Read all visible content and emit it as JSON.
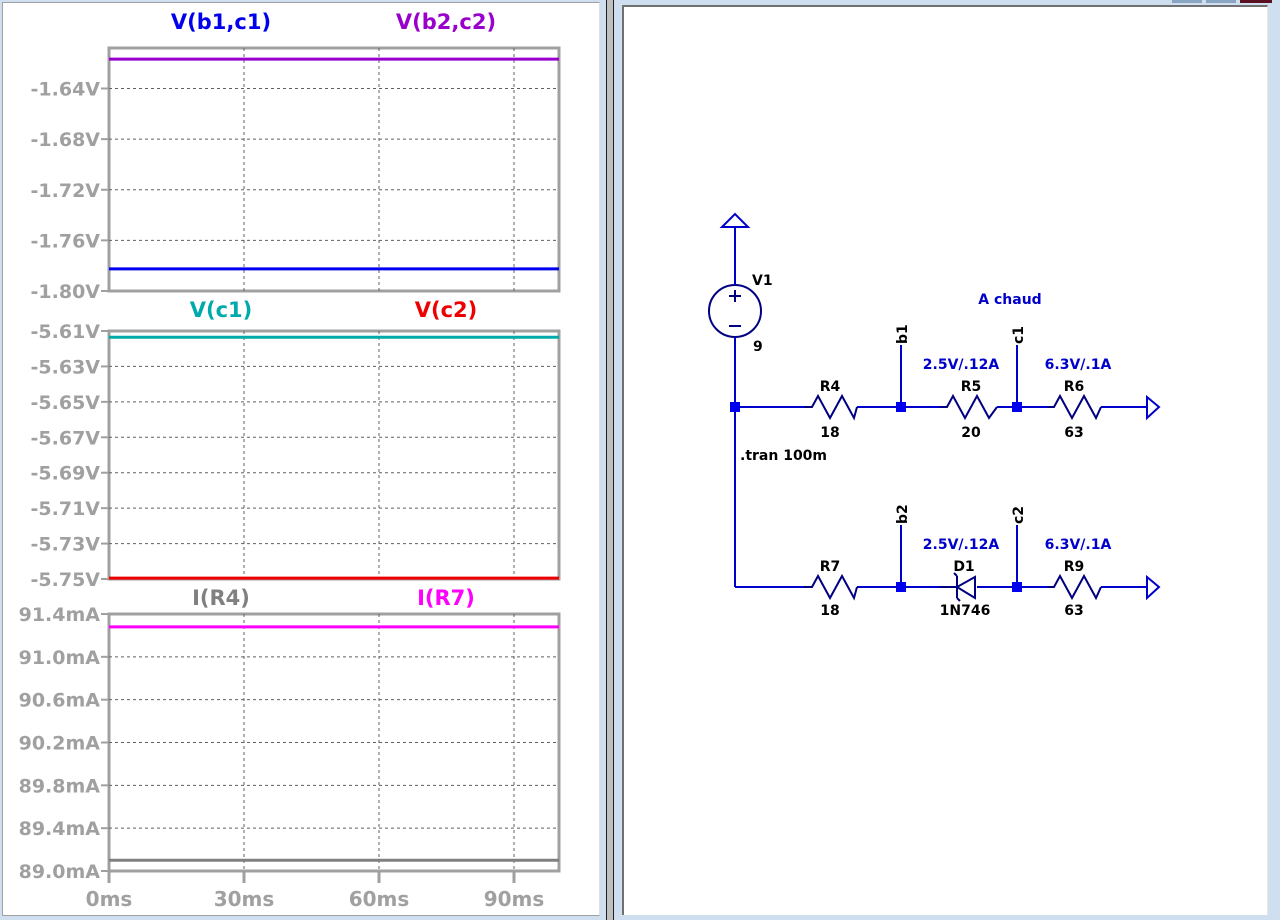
{
  "waveform_viewer": {
    "x_axis": {
      "ticks": [
        "0ms",
        "30ms",
        "60ms",
        "90ms"
      ],
      "tick_values": [
        0,
        30,
        60,
        90
      ],
      "range": [
        0,
        100
      ]
    },
    "plots": [
      {
        "id": "pane1",
        "traces": [
          {
            "label": "V(b1,c1)",
            "color": "#0000ee",
            "value": -1.7825
          },
          {
            "label": "V(b2,c2)",
            "color": "#9900cc",
            "value": -1.6168
          }
        ],
        "y_ticks": [
          "-1.64V",
          "-1.68V",
          "-1.72V",
          "-1.76V",
          "-1.80V"
        ],
        "y_tick_values": [
          -1.64,
          -1.68,
          -1.72,
          -1.76,
          -1.8
        ],
        "y_range": [
          -1.8,
          -1.608
        ]
      },
      {
        "id": "pane2",
        "traces": [
          {
            "label": "V(c1)",
            "color": "#00aaaa",
            "value": -5.6135
          },
          {
            "label": "V(c2)",
            "color": "#ee0000",
            "value": -5.7495
          }
        ],
        "y_ticks": [
          "-5.61V",
          "-5.63V",
          "-5.65V",
          "-5.67V",
          "-5.69V",
          "-5.71V",
          "-5.73V",
          "-5.75V"
        ],
        "y_tick_values": [
          -5.61,
          -5.63,
          -5.65,
          -5.67,
          -5.69,
          -5.71,
          -5.73,
          -5.75
        ],
        "y_range": [
          -5.75,
          -5.61
        ]
      },
      {
        "id": "pane3",
        "traces": [
          {
            "label": "I(R4)",
            "color": "#808080",
            "value": 89.1
          },
          {
            "label": "I(R7)",
            "color": "#ff00ff",
            "value": 91.28
          }
        ],
        "y_ticks": [
          "91.4mA",
          "91.0mA",
          "90.6mA",
          "90.2mA",
          "89.8mA",
          "89.4mA",
          "89.0mA"
        ],
        "y_tick_values": [
          91.4,
          91.0,
          90.6,
          90.2,
          89.8,
          89.4,
          89.0
        ],
        "y_range": [
          89.0,
          91.4
        ]
      }
    ],
    "axis_color": "#a0a0a0",
    "tick_label_color": "#a0a0a0"
  },
  "schematic": {
    "wire_color": "#0000cc",
    "label_color": "#000000",
    "comment_color": "#0000cc",
    "source": {
      "name": "V1",
      "value": "9",
      "icons": [
        "voltage-source-icon",
        "plus-icon",
        "minus-icon"
      ]
    },
    "directive": ".tran 100m",
    "comment": "A chaud",
    "nets": [
      "b1",
      "c1",
      "b2",
      "c2"
    ],
    "components": [
      {
        "name": "R4",
        "value": "18",
        "icon": "resistor-icon"
      },
      {
        "name": "R5",
        "value": "20",
        "icon": "resistor-icon",
        "note": "2.5V/.12A"
      },
      {
        "name": "R6",
        "value": "63",
        "icon": "resistor-icon",
        "note": "6.3V/.1A"
      },
      {
        "name": "R7",
        "value": "18",
        "icon": "resistor-icon"
      },
      {
        "name": "D1",
        "value": "1N746",
        "icon": "zener-diode-icon",
        "note": "2.5V/.12A"
      },
      {
        "name": "R9",
        "value": "63",
        "icon": "resistor-icon",
        "note": "6.3V/.1A"
      }
    ]
  }
}
